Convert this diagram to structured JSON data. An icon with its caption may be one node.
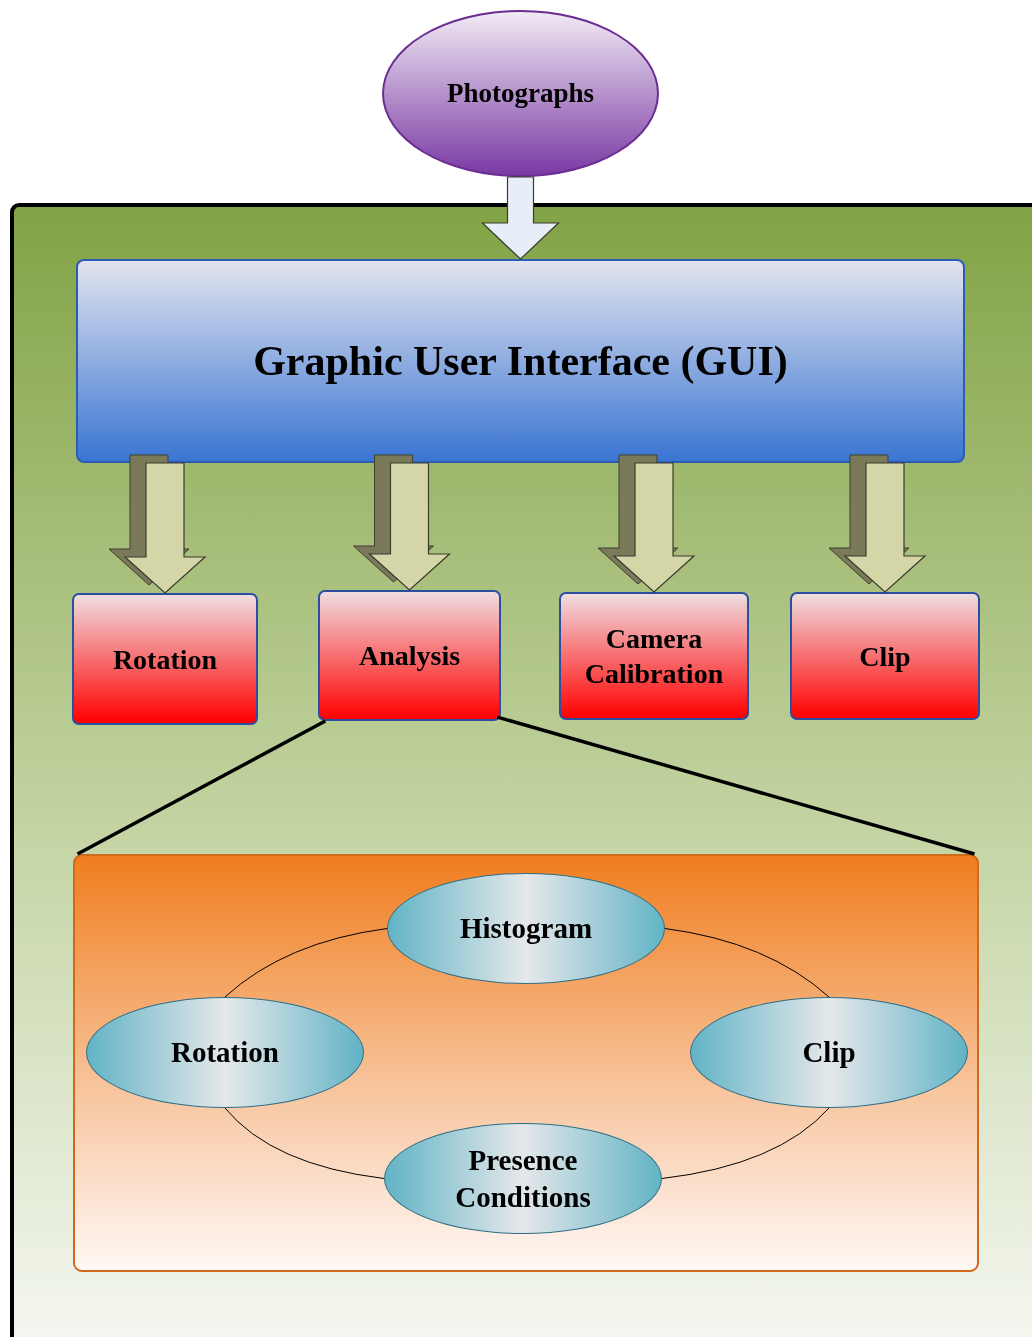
{
  "diagram": {
    "nodes": [
      {
        "text": [
          "Photographs"
        ]
      },
      {
        "text": [],
        "shape": "box"
      },
      {
        "text": [
          "Graphic User Interface (GUI)"
        ],
        "in": 1
      },
      {
        "text": [
          "Rotation"
        ],
        "in": 1
      },
      {
        "text": [
          "Analysis"
        ],
        "in": 1
      },
      {
        "text": [
          "Camera Calibration"
        ],
        "in": 1
      },
      {
        "text": [
          "Clip"
        ],
        "in": 1
      },
      {
        "text": [],
        "shape": "box",
        "in": 1
      },
      {
        "text": [
          "Histogram"
        ],
        "in": 7
      },
      {
        "text": [
          "Rotation"
        ],
        "in": 7
      },
      {
        "text": [
          "Clip"
        ],
        "in": 7
      },
      {
        "text": [
          "Presence Conditions"
        ],
        "in": 7
      }
    ],
    "edges": [
      {
        "from": 0,
        "to": 2,
        "arrow": "to"
      },
      {
        "from": 2,
        "to": 3,
        "arrow": "to"
      },
      {
        "from": 2,
        "to": 4,
        "arrow": "to"
      },
      {
        "from": 2,
        "to": 5,
        "arrow": "to"
      },
      {
        "from": 2,
        "to": 6,
        "arrow": "to"
      },
      {
        "from": 4,
        "to": 7,
        "arrow": "none",
        "style": "thick"
      },
      {
        "from": 4,
        "to": 7,
        "arrow": "none",
        "style": "thick"
      },
      {
        "from": 8,
        "to": 9,
        "arrow": "none"
      },
      {
        "from": 8,
        "to": 10,
        "arrow": "none"
      },
      {
        "from": 9,
        "to": 11,
        "arrow": "none"
      },
      {
        "from": 10,
        "to": 11,
        "arrow": "none"
      }
    ]
  }
}
